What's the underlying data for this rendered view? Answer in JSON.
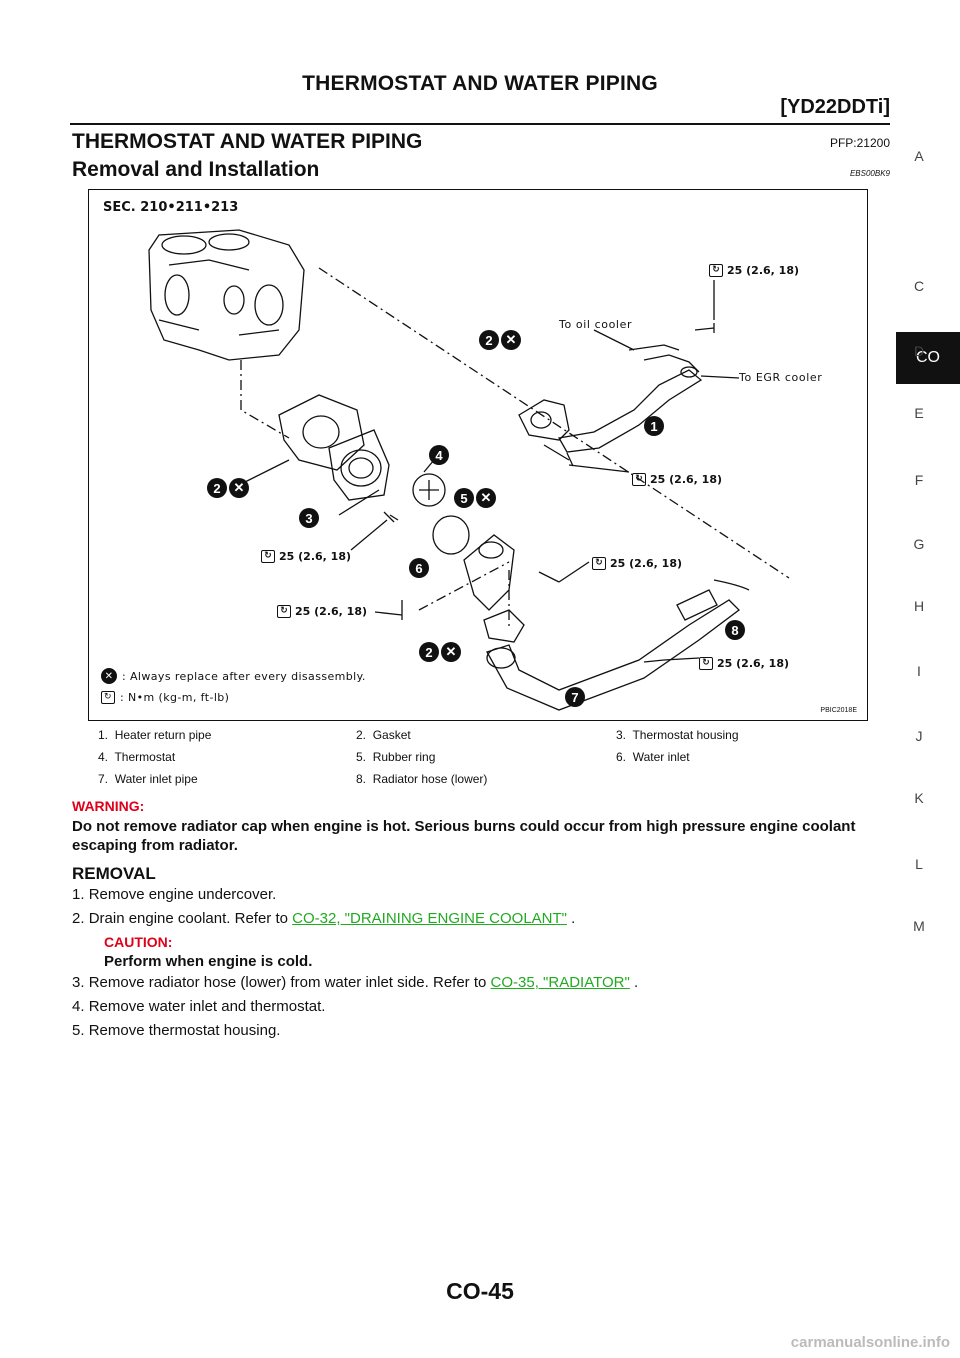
{
  "header": {
    "title": "THERMOSTAT AND WATER PIPING",
    "engine": "[YD22DDTi]"
  },
  "side_index": {
    "letters": [
      "A",
      "C",
      "D",
      "E",
      "F",
      "G",
      "H",
      "I",
      "J",
      "K",
      "L",
      "M"
    ],
    "active": "CO"
  },
  "section": {
    "title": "THERMOSTAT AND WATER PIPING",
    "code": "PFP:21200",
    "subtitle": "Removal and Installation",
    "subcode": "EBS00BK9"
  },
  "figure": {
    "sec": "SEC. 210•211•213",
    "torque_value": "25 (2.6, 18)",
    "to_oil_cooler": "To oil cooler",
    "to_egr_cooler": "To EGR cooler",
    "legend_replace": ": Always replace after every disassembly.",
    "legend_torque": ": N•m (kg-m, ft-lb)",
    "code": "PBIC2018E",
    "callouts": [
      "1",
      "2",
      "3",
      "4",
      "5",
      "6",
      "7",
      "8"
    ]
  },
  "parts": [
    {
      "label": "1.",
      "name": "Heater return pipe"
    },
    {
      "label": "2.",
      "name": "Gasket"
    },
    {
      "label": "3.",
      "name": "Thermostat housing"
    },
    {
      "label": "4.",
      "name": "Thermostat"
    },
    {
      "label": "5.",
      "name": "Rubber ring"
    },
    {
      "label": "6.",
      "name": "Water inlet"
    },
    {
      "label": "7.",
      "name": "Water inlet pipe"
    },
    {
      "label": "8.",
      "name": "Radiator hose (lower)"
    }
  ],
  "warning": {
    "label": "WARNING:",
    "text": "Do not remove radiator cap when engine is hot. Serious burns could occur from high pressure engine coolant escaping from radiator."
  },
  "removal": {
    "heading": "REMOVAL",
    "steps": [
      {
        "num": "1.",
        "text": "Remove engine undercover."
      },
      {
        "num": "2.",
        "text": "Drain engine coolant. Refer to ",
        "link": "CO-32, \"DRAINING ENGINE COOLANT\"",
        "after": " ."
      },
      {
        "num": "3.",
        "text": "Remove radiator hose (lower) from water inlet side. Refer to ",
        "link": "CO-35, \"RADIATOR\"",
        "after": " ."
      },
      {
        "num": "4.",
        "text": "Remove water inlet and thermostat."
      },
      {
        "num": "5.",
        "text": "Remove thermostat housing."
      }
    ],
    "caution": {
      "label": "CAUTION:",
      "text": "Perform when engine is cold."
    }
  },
  "page_number": "CO-45",
  "footer": "carmanualsonline.info"
}
